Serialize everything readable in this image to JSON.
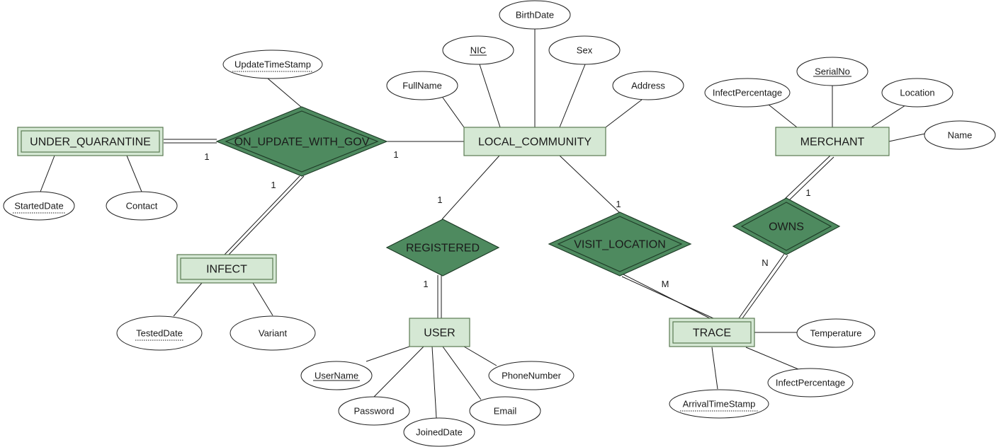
{
  "colors": {
    "entity_fill": "#d5e8d4",
    "entity_stroke": "#5a7a52",
    "relationship_fill": "#4e8a5f",
    "attribute_fill": "#ffffff"
  },
  "entities": {
    "under_quarantine": "UNDER_QUARANTINE",
    "local_community": "LOCAL_COMMUNITY",
    "merchant": "MERCHANT",
    "infect": "INFECT",
    "user": "USER",
    "trace": "TRACE"
  },
  "relationships": {
    "on_update_with_gov": "ON_UPDATE_WITH_GOV",
    "registered": "REGISTERED",
    "visit_location": "VISIT_LOCATION",
    "owns": "OWNS"
  },
  "attributes": {
    "update_timestamp": "UpdateTimeStamp",
    "started_date": "StartedDate",
    "contact": "Contact",
    "tested_date": "TestedDate",
    "variant": "Variant",
    "birth_date": "BirthDate",
    "nic": "NIC",
    "sex": "Sex",
    "full_name": "FullName",
    "address": "Address",
    "serial_no": "SerialNo",
    "infect_percentage_merchant": "InfectPercentage",
    "location": "Location",
    "name": "Name",
    "username": "UserName",
    "phone_number": "PhoneNumber",
    "password": "Password",
    "email": "Email",
    "joined_date": "JoinedDate",
    "temperature": "Temperature",
    "infect_percentage_trace": "InfectPercentage",
    "arrival_timestamp": "ArrivalTimeStamp"
  },
  "cardinalities": {
    "uq_onupdate": "1",
    "onupdate_lc": "1",
    "onupdate_infect": "1",
    "lc_registered": "1",
    "registered_user": "1",
    "lc_visit": "1",
    "visit_trace": "M",
    "merchant_owns": "1",
    "owns_trace": "N"
  }
}
